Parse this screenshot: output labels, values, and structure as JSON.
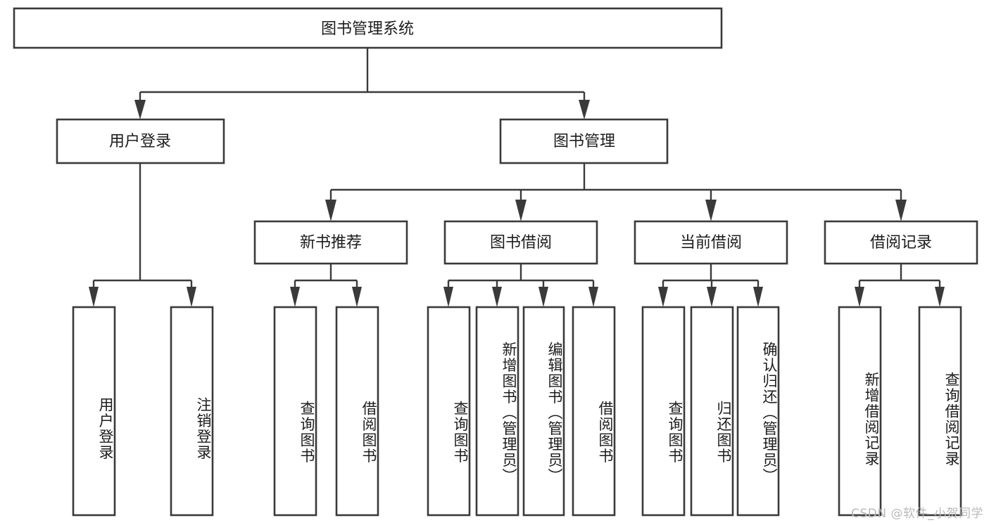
{
  "diagram": {
    "type": "tree-hierarchy",
    "title": "图书管理系统",
    "root": {
      "id": "root",
      "label": "图书管理系统"
    },
    "level2": [
      {
        "id": "user-login",
        "label": "用户登录"
      },
      {
        "id": "book-manage",
        "label": "图书管理"
      }
    ],
    "level3": [
      {
        "id": "new-book-rec",
        "label": "新书推荐",
        "parent": "book-manage"
      },
      {
        "id": "book-borrow",
        "label": "图书借阅",
        "parent": "book-manage"
      },
      {
        "id": "current-borrow",
        "label": "当前借阅",
        "parent": "book-manage"
      },
      {
        "id": "borrow-record",
        "label": "借阅记录",
        "parent": "book-manage"
      }
    ],
    "leaves": [
      {
        "id": "leaf-user-login",
        "label": "用户登录",
        "parent": "user-login"
      },
      {
        "id": "leaf-logout",
        "label": "注销登录",
        "parent": "user-login"
      },
      {
        "id": "leaf-query-book-1",
        "label": "查询图书",
        "parent": "new-book-rec"
      },
      {
        "id": "leaf-borrow-book-1",
        "label": "借阅图书",
        "parent": "new-book-rec"
      },
      {
        "id": "leaf-query-book-2",
        "label": "查询图书",
        "parent": "book-borrow"
      },
      {
        "id": "leaf-add-book",
        "label": "新增图书（管理员）",
        "parent": "book-borrow"
      },
      {
        "id": "leaf-edit-book",
        "label": "编辑图书（管理员）",
        "parent": "book-borrow"
      },
      {
        "id": "leaf-borrow-book-2",
        "label": "借阅图书",
        "parent": "book-borrow"
      },
      {
        "id": "leaf-query-book-3",
        "label": "查询图书",
        "parent": "current-borrow"
      },
      {
        "id": "leaf-return-book",
        "label": "归还图书",
        "parent": "current-borrow"
      },
      {
        "id": "leaf-confirm-return",
        "label": "确认归还（管理员）",
        "parent": "current-borrow"
      },
      {
        "id": "leaf-add-record",
        "label": "新增借阅记录",
        "parent": "borrow-record"
      },
      {
        "id": "leaf-query-record",
        "label": "查询借阅记录",
        "parent": "borrow-record"
      }
    ],
    "colors": {
      "stroke": "#3a3a3a",
      "fill": "#ffffff",
      "text": "#1c1c1c",
      "watermark": "#b9b9b9"
    }
  },
  "watermark": {
    "text": "CSDN @软件_小贺同学"
  }
}
